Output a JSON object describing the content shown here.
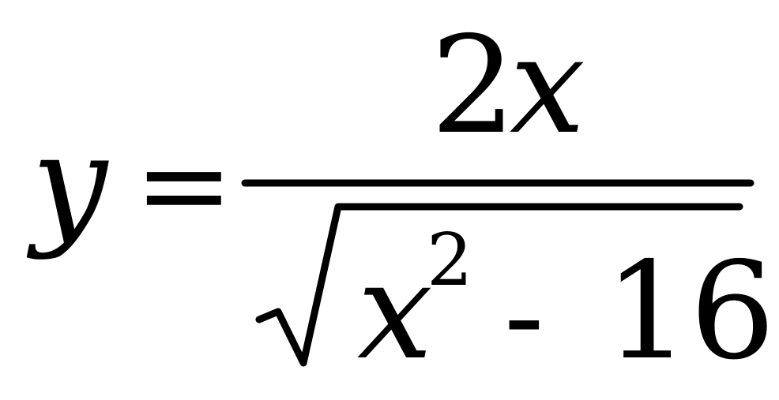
{
  "formula": {
    "lhs": "y",
    "equals": "=",
    "numerator": {
      "coefficient": "2",
      "variable": "x"
    },
    "denominator": {
      "variable": "x",
      "exponent": "2",
      "operator": "-",
      "constant": "16"
    }
  }
}
